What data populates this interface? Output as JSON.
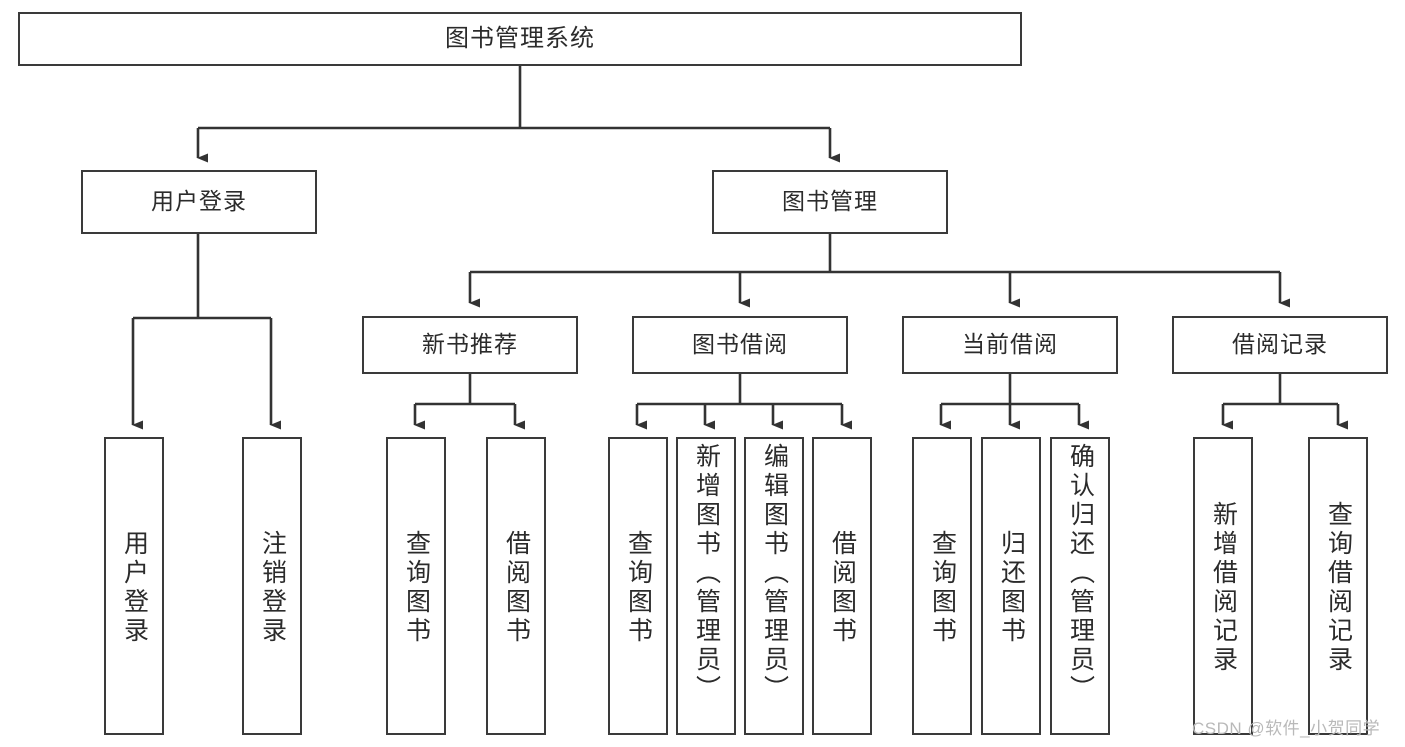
{
  "diagram": {
    "type": "tree-hierarchy",
    "title": "图书管理系统",
    "orientation": "top-down",
    "colors": {
      "box_border": "#3a3a3a",
      "box_fill": "#ffffff",
      "connector": "#333333",
      "text": "#2b2b2b",
      "watermark": "#b9b9b9",
      "background": "#ffffff"
    }
  },
  "nodes": {
    "root": {
      "label": "图书管理系统"
    },
    "level2": [
      {
        "label": "用户登录"
      },
      {
        "label": "图书管理"
      }
    ],
    "level3": [
      {
        "label": "新书推荐"
      },
      {
        "label": "图书借阅"
      },
      {
        "label": "当前借阅"
      },
      {
        "label": "借阅记录"
      }
    ],
    "leaves": {
      "user_login": [
        {
          "label": "用户登录"
        },
        {
          "label": "注销登录"
        }
      ],
      "new_book_recommend": [
        {
          "label": "查询图书"
        },
        {
          "label": "借阅图书"
        }
      ],
      "book_borrow": [
        {
          "label": "查询图书"
        },
        {
          "label": "新增图书（管理员）"
        },
        {
          "label": "编辑图书（管理员）"
        },
        {
          "label": "借阅图书"
        }
      ],
      "current_borrow": [
        {
          "label": "查询图书"
        },
        {
          "label": "归还图书"
        },
        {
          "label": "确认归还（管理员）"
        }
      ],
      "borrow_record": [
        {
          "label": "新增借阅记录"
        },
        {
          "label": "查询借阅记录"
        }
      ]
    }
  },
  "watermark": {
    "text": "CSDN @软件_小贺同学"
  }
}
